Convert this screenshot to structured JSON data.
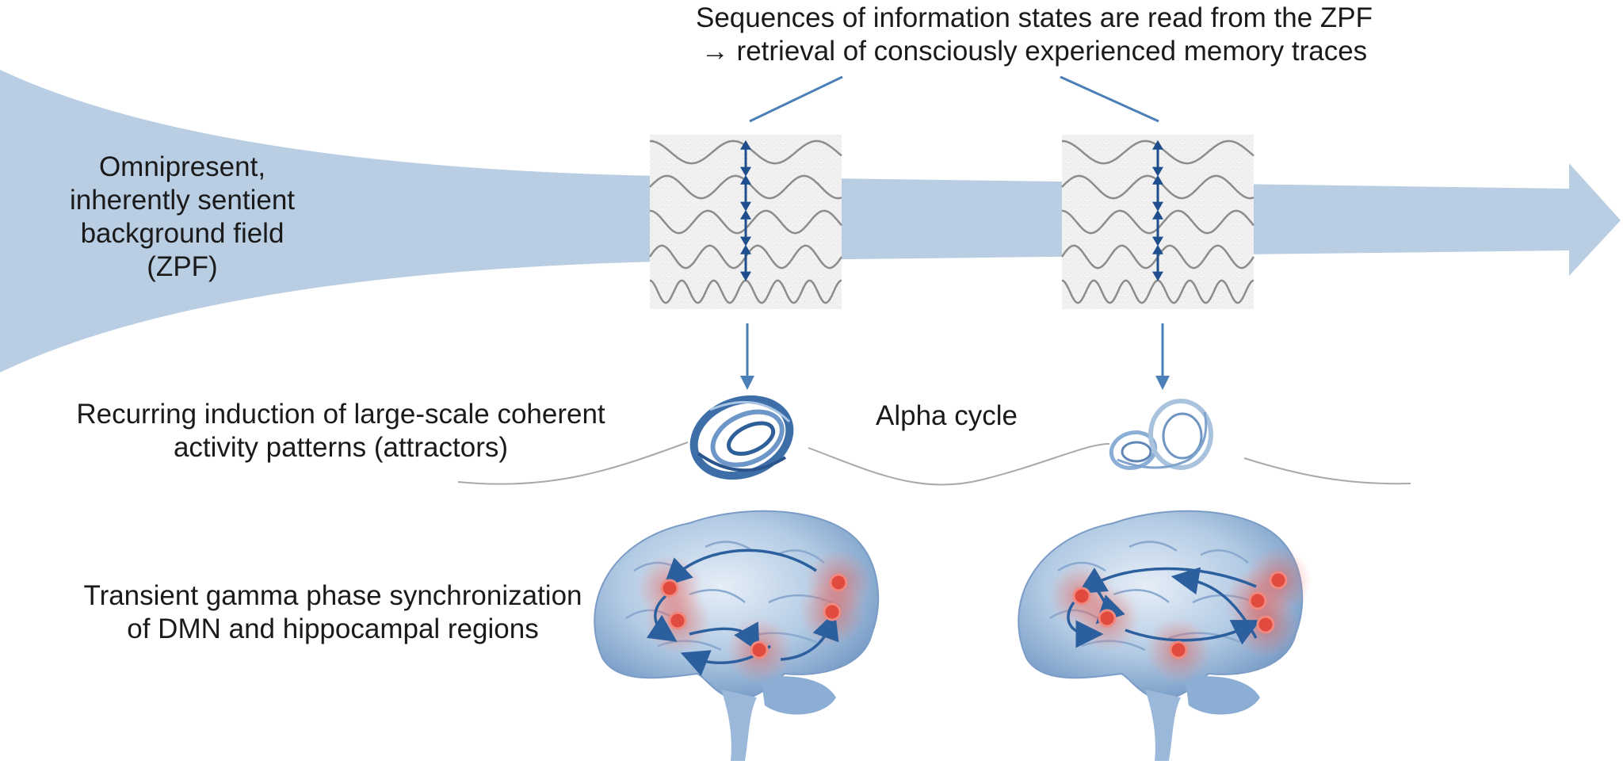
{
  "header": {
    "line1": "Sequences of information states are read from the ZPF",
    "line2": "→ retrieval of consciously experienced memory traces"
  },
  "field": {
    "line1": "Omnipresent,",
    "line2": "inherently sentient",
    "line3": "background field",
    "line4": "(ZPF)"
  },
  "attractors": {
    "line1": "Recurring induction of large-scale coherent",
    "line2": "activity patterns (attractors)"
  },
  "alpha": {
    "label": "Alpha cycle"
  },
  "gamma": {
    "line1": "Transient gamma phase synchronization",
    "line2": "of DMN and hippocampal regions"
  },
  "colors": {
    "field_arrow": "#b9cde3",
    "connector": "#4a7fb8",
    "double_arrow": "#1f4e8c",
    "wave": "#8c8c8c",
    "brain": "#a9c3df",
    "brain_dark": "#5f86b4",
    "hotspot": "#e05a4e",
    "attractor": "#3d6ea8"
  },
  "icons": [
    "attractor-torus-icon",
    "attractor-lorenz-icon",
    "brain-icon",
    "double-arrow-icon"
  ]
}
